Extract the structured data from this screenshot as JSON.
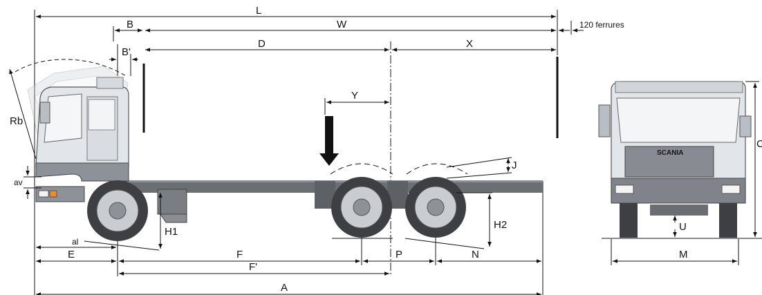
{
  "diagram": {
    "dimensions": {
      "L": "L",
      "B": "B",
      "B_prime": "B'",
      "W": "W",
      "ferrures": "120 ferrures",
      "D": "D",
      "X": "X",
      "Y": "Y",
      "Rb": "Rb",
      "av": "av",
      "J": "J",
      "H1": "H1",
      "H2": "H2",
      "al": "al",
      "E": "E",
      "F": "F",
      "P": "P",
      "N": "N",
      "F_prime": "F'",
      "A": "A",
      "C": "C",
      "U": "U",
      "M": "M"
    },
    "grille_badge": "SCANIA"
  },
  "colors": {
    "cab_body": "#e2e5e9",
    "cab_shade": "#b9bec5",
    "chassis": "#6b6e72",
    "tyre": "#3d3f42",
    "rim": "#c9ccd0",
    "line": "#111111",
    "load_arrow": "#111111"
  }
}
